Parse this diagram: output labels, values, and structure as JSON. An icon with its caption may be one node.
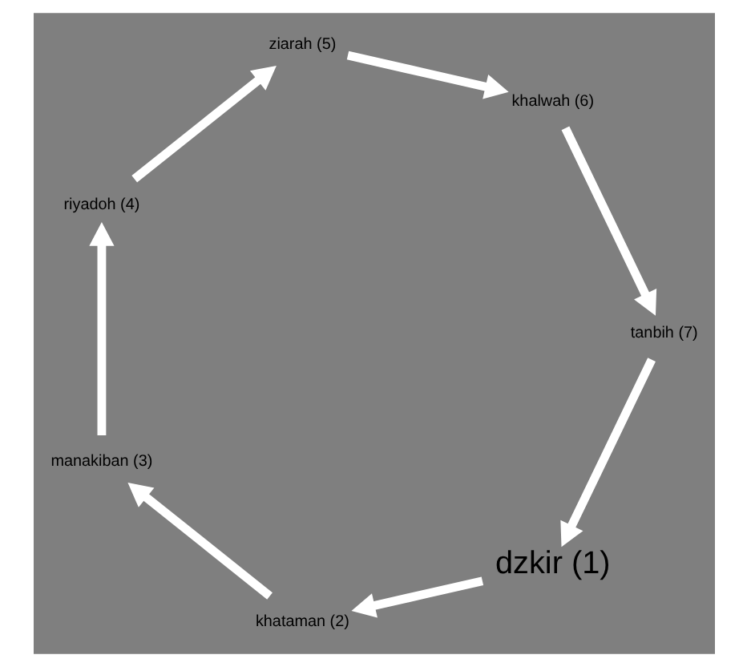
{
  "diagram": {
    "nodes": [
      {
        "text": [
          "dzkir (1)"
        ]
      },
      {
        "text": [
          "khataman (2)"
        ]
      },
      {
        "text": [
          "manakiban (3)"
        ]
      },
      {
        "text": [
          "riyadoh (4)"
        ]
      },
      {
        "text": [
          "ziarah (5)"
        ]
      },
      {
        "text": [
          "khalwah (6)"
        ]
      },
      {
        "text": [
          "tanbih (7)"
        ]
      }
    ],
    "edges": [
      {
        "from": 0,
        "to": 1,
        "arrow": "to"
      },
      {
        "from": 1,
        "to": 2,
        "arrow": "to"
      },
      {
        "from": 2,
        "to": 3,
        "arrow": "to"
      },
      {
        "from": 3,
        "to": 4,
        "arrow": "to"
      },
      {
        "from": 4,
        "to": 5,
        "arrow": "to"
      },
      {
        "from": 5,
        "to": 6,
        "arrow": "to"
      },
      {
        "from": 6,
        "to": 0,
        "arrow": "to"
      }
    ]
  }
}
